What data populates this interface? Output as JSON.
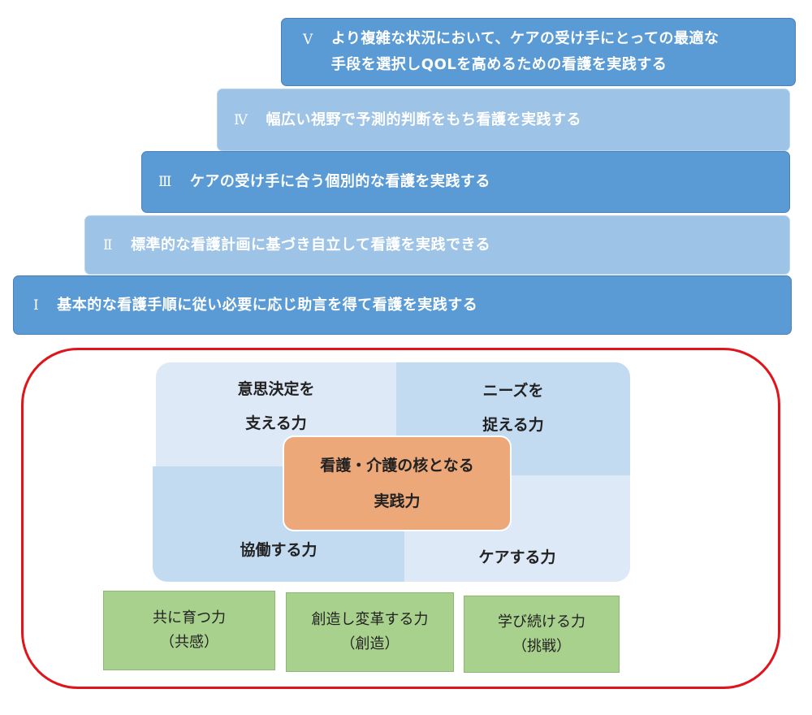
{
  "steps": [
    {
      "num": "Ⅴ",
      "line1": "より複雑な状況において、ケアの受け手にとっての最適な",
      "line2": "手段を選択しQOLを高めるための看護を実践する"
    },
    {
      "num": "Ⅳ",
      "text": "幅広い視野で予測的判断をもち看護を実践する"
    },
    {
      "num": "Ⅲ",
      "text": "ケアの受け手に合う個別的な看護を実践する"
    },
    {
      "num": "Ⅱ",
      "text": "標準的な看護計画に基づき自立して看護を実践できる"
    },
    {
      "num": "Ⅰ",
      "text": "基本的な看護手順に従い必要に応じ助言を得て看護を実践する"
    }
  ],
  "quadrants": {
    "top_left": {
      "line1": "意思決定を",
      "line2": "支える力"
    },
    "top_right": {
      "line1": "ニーズを",
      "line2": "捉える力"
    },
    "bottom_left": {
      "text": "協働する力"
    },
    "bottom_right": {
      "text": "ケアする力"
    }
  },
  "core": {
    "line1": "看護・介護の核となる",
    "line2": "実践力"
  },
  "foundations": [
    {
      "line1": "共に育つ力",
      "line2": "（共感）"
    },
    {
      "line1": "創造し変革する力",
      "line2": "（創造）"
    },
    {
      "line1": "学び続ける力",
      "line2": "（挑戦）"
    }
  ],
  "colors": {
    "step_dark": "#5b9bd5",
    "step_light": "#9dc3e6",
    "frame": "#e0151b",
    "core": "#eda879",
    "foundation": "#a9d18e"
  }
}
